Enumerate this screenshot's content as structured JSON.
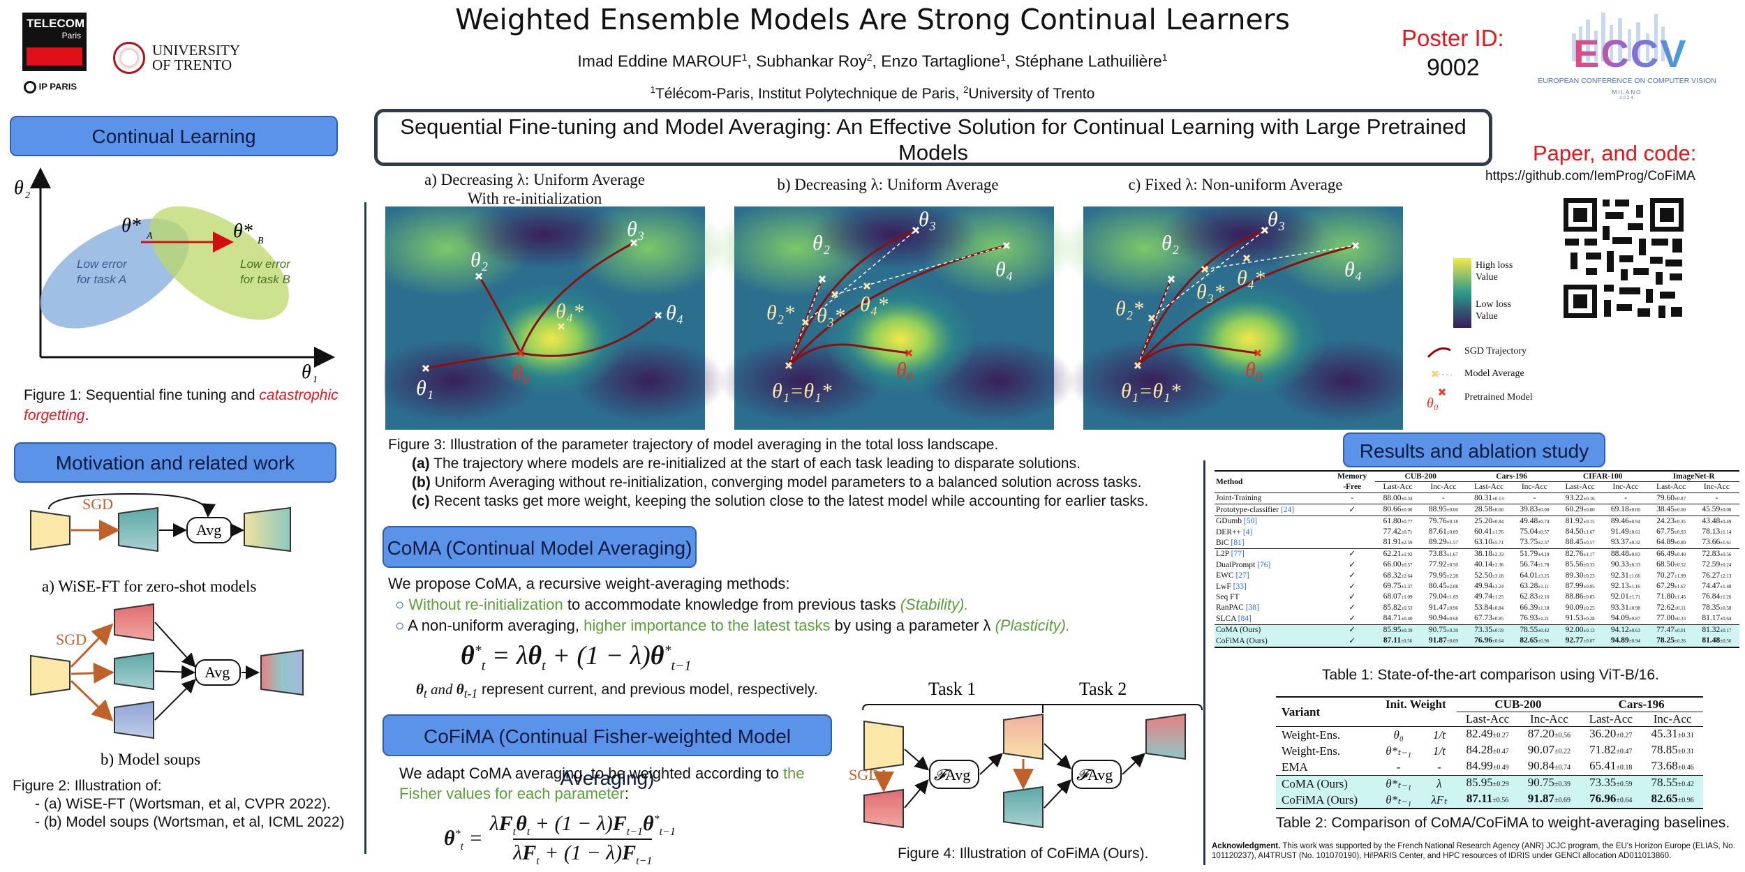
{
  "header": {
    "title": "Weighted Ensemble Models Are Strong Continual Learners",
    "authors": [
      {
        "name": "Imad Eddine MAROUF",
        "sup": "1"
      },
      {
        "name": "Subhankar Roy",
        "sup": "2"
      },
      {
        "name": "Enzo Tartaglione",
        "sup": "1"
      },
      {
        "name": "Stéphane Lathuilière",
        "sup": "1"
      }
    ],
    "affiliations": [
      {
        "sup": "1",
        "name": "Télécom-Paris, Institut Polytechnique de Paris,"
      },
      {
        "sup": "2",
        "name": "University of Trento"
      }
    ],
    "poster_id_label": "Poster ID:",
    "poster_id": "9002",
    "logos": {
      "telecom_line1": "TELECOM",
      "telecom_line2": "Paris",
      "ip_paris": "IP PARIS",
      "trento_line1": "UNIVERSITY",
      "trento_line2": "OF TRENTO",
      "eccv": "ECCV",
      "eccv_sub": "EUROPEAN CONFERENCE ON COMPUTER VISION",
      "eccv_city": "MILANO",
      "eccv_year": "2024"
    }
  },
  "left": {
    "cl_title": "Continual Learning",
    "fig1": {
      "axis_y": "θ2",
      "axis_x": "θ1",
      "theta_a": "θ*A",
      "theta_b": "θ*B",
      "low_a": "Low error\nfor task A",
      "low_b": "Low error\nfor task B"
    },
    "fig1_caption_prefix": "Figure 1:",
    "fig1_caption": " Sequential fine tuning and ",
    "fig1_caption_em": "catastrophic forgetting",
    "fig1_caption_end": ".",
    "motivation_title": "Motivation and related work",
    "fig2": {
      "sgd": "SGD",
      "avg": "Avg",
      "a_label": "a) WiSE-FT for zero-shot models",
      "b_label": "b) Model soups"
    },
    "fig2_caption_prefix": "Figure 2:",
    "fig2_caption": " Illustration of:",
    "fig2_items": [
      "(a) WiSE-FT (Wortsman, et al, CVPR 2022).",
      "(b) Model soups (Wortsman, et al, ICML 2022)"
    ]
  },
  "center": {
    "banner": "Sequential Fine-tuning and Model Averaging: An Effective Solution for Continual Learning with Large Pretrained Models",
    "panel_a_title": "a) Decreasing λ: Uniform Average\nWith re-initialization",
    "panel_b_title": "b) Decreasing λ: Uniform Average",
    "panel_c_title": "c) Fixed λ: Non-uniform Average",
    "legend": {
      "high": "High loss\nValue",
      "low": "Low loss\nValue",
      "sgd": "SGD Trajectory",
      "avg": "Model Average",
      "pre": "Pretrained Model"
    },
    "fig3_caption_prefix": "Figure 3:",
    "fig3_caption": " Illustration of the parameter trajectory of model averaging in the total loss landscape.",
    "fig3_items": [
      {
        "k": "(a)",
        "t": " The trajectory where models are re-initialized at the start of each task leading to disparate solutions."
      },
      {
        "k": "(b)",
        "t": " Uniform Averaging without re-initialization, converging model parameters to a balanced solution across tasks."
      },
      {
        "k": "(c)",
        "t": " Recent tasks get more weight, keeping the solution close to the latest model while accounting for earlier tasks."
      }
    ],
    "coma_title": "CoMA (Continual Model Averaging)",
    "coma_intro": "We propose CoMA, a recursive weight-averaging methods:",
    "coma_b1_green": "Without re-initialization",
    "coma_b1_mid": " to accommodate knowledge from previous tasks ",
    "coma_b1_it": "(Stability).",
    "coma_b2_pre": "A non-uniform averaging, ",
    "coma_b2_green": "higher importance to the latest tasks",
    "coma_b2_mid": " by using a parameter λ ",
    "coma_b2_it": "(Plasticity).",
    "coma_eq_note": " represent current, and previous model, respectively.",
    "cofima_title": "CoFiMA (Continual Fisher-weighted Model Averaging)",
    "cofima_text_pre": "We adapt CoMA averaging, to be weighted according to ",
    "cofima_text_green": "the Fisher values for each parameter",
    "cofima_text_end": ":",
    "fig4": {
      "task1": "Task 1",
      "task2": "Task 2",
      "sgd": "SGD",
      "avg": "Avg"
    },
    "fig4_caption_prefix": "Figure 4:",
    "fig4_caption": " Illustration of CoFiMA (Ours)."
  },
  "right": {
    "paper_code": "Paper, and code:",
    "url": "https://github.com/IemProg/CoFiMA",
    "results_title": "Results and ablation study",
    "table1_caption_prefix": "Table 1:",
    "table1_caption": " State-of-the-art comparison using ViT-B/16.",
    "table2_caption_prefix": "Table 2:",
    "table2_caption": " Comparison of CoMA/CoFiMA to weight-averaging baselines.",
    "ack_bold": "Acknowledgment.",
    "ack": " This work was supported by the French National Research Agency (ANR) JCJC program, the EU's Horizon Europe (ELIAS, No. 101120237), AI4TRUST (No. 101070190), Hi!PARIS Center, and HPC resources of IDRIS under GENCI allocation AD011013860."
  },
  "table1": {
    "groups": [
      "CUB-200",
      "Cars-196",
      "CIFAR-100",
      "ImageNet-R"
    ],
    "h_method": "Method",
    "h_mem1": "Memory",
    "h_mem2": "-Free",
    "h_last": "Last-Acc",
    "h_inc": "Inc-Acc",
    "rows": [
      {
        "m": "Joint-Training",
        "r": "",
        "mem": "-",
        "v": [
          [
            "88.00",
            "±0.34"
          ],
          [
            "-",
            ""
          ],
          [
            "80.31",
            "±0.13"
          ],
          [
            "-",
            ""
          ],
          [
            "93.22",
            "±0.16"
          ],
          [
            "-",
            ""
          ],
          [
            "79.60",
            "±0.87"
          ],
          [
            "-",
            ""
          ]
        ],
        "sep": true
      },
      {
        "m": "Prototype-classifier ",
        "r": "[24]",
        "mem": "✓",
        "v": [
          [
            "80.66",
            "±0.00"
          ],
          [
            "88.95",
            "±0.00"
          ],
          [
            "28.58",
            "±0.00"
          ],
          [
            "39.83",
            "±0.00"
          ],
          [
            "60.29",
            "±0.00"
          ],
          [
            "69.18",
            "±0.00"
          ],
          [
            "38.45",
            "±0.00"
          ],
          [
            "45.59",
            "±0.00"
          ]
        ],
        "sep": true
      },
      {
        "m": "GDumb ",
        "r": "[50]",
        "mem": "",
        "v": [
          [
            "61.80",
            "±0.77"
          ],
          [
            "79.76",
            "±0.18"
          ],
          [
            "25.20",
            "±0.84"
          ],
          [
            "49.48",
            "±0.74"
          ],
          [
            "81.92",
            "±0.15"
          ],
          [
            "89.46",
            "±0.94"
          ],
          [
            "24.23",
            "±0.35"
          ],
          [
            "43.48",
            "±0.49"
          ]
        ]
      },
      {
        "m": "DER++ ",
        "r": "[4]",
        "mem": "",
        "v": [
          [
            "77.42",
            "±0.71"
          ],
          [
            "87.61",
            "±0.09"
          ],
          [
            "60.41",
            "±1.76"
          ],
          [
            "75.04",
            "±0.57"
          ],
          [
            "84.50",
            "±1.67"
          ],
          [
            "91.49",
            "±0.61"
          ],
          [
            "67.75",
            "±0.93"
          ],
          [
            "78.13",
            "±1.14"
          ]
        ]
      },
      {
        "m": "BiC ",
        "r": "[81]",
        "mem": "",
        "v": [
          [
            "81.91",
            "±2.59"
          ],
          [
            "89.29",
            "±1.57"
          ],
          [
            "63.10",
            "±5.71"
          ],
          [
            "73.75",
            "±2.37"
          ],
          [
            "88.45",
            "±0.57"
          ],
          [
            "93.37",
            "±0.32"
          ],
          [
            "64.89",
            "±0.80"
          ],
          [
            "73.66",
            "±1.61"
          ]
        ],
        "sep": true
      },
      {
        "m": "L2P ",
        "r": "[77]",
        "mem": "✓",
        "v": [
          [
            "62.21",
            "±1.92"
          ],
          [
            "73.83",
            "±1.67"
          ],
          [
            "38.18",
            "±2.33"
          ],
          [
            "51.79",
            "±4.19"
          ],
          [
            "82.76",
            "±1.17"
          ],
          [
            "88.48",
            "±0.83"
          ],
          [
            "66.49",
            "±0.40"
          ],
          [
            "72.83",
            "±0.56"
          ]
        ]
      },
      {
        "m": "DualPrompt ",
        "r": "[76]",
        "mem": "✓",
        "v": [
          [
            "66.00",
            "±0.57"
          ],
          [
            "77.92",
            "±0.50"
          ],
          [
            "40.14",
            "±2.36"
          ],
          [
            "56.74",
            "±1.78"
          ],
          [
            "85.56",
            "±0.33"
          ],
          [
            "90.33",
            "±0.33"
          ],
          [
            "68.50",
            "±0.52"
          ],
          [
            "72.59",
            "±0.24"
          ]
        ]
      },
      {
        "m": "EWC ",
        "r": "[27]",
        "mem": "✓",
        "v": [
          [
            "68.32",
            "±2.64"
          ],
          [
            "79.95",
            "±2.28"
          ],
          [
            "52.50",
            "±3.18"
          ],
          [
            "64.01",
            "±3.25"
          ],
          [
            "89.30",
            "±0.23"
          ],
          [
            "92.31",
            "±1.66"
          ],
          [
            "70.27",
            "±1.99"
          ],
          [
            "76.27",
            "±2.13"
          ]
        ]
      },
      {
        "m": "LwF ",
        "r": "[33]",
        "mem": "✓",
        "v": [
          [
            "69.75",
            "±1.37"
          ],
          [
            "80.45",
            "±2.08"
          ],
          [
            "49.94",
            "±3.24"
          ],
          [
            "63.28",
            "±1.11"
          ],
          [
            "87.99",
            "±0.05"
          ],
          [
            "92.13",
            "±1.16"
          ],
          [
            "67.29",
            "±1.67"
          ],
          [
            "74.47",
            "±1.48"
          ]
        ]
      },
      {
        "m": "Seq FT",
        "r": "",
        "mem": "✓",
        "v": [
          [
            "68.07",
            "±1.09"
          ],
          [
            "79.04",
            "±1.69"
          ],
          [
            "49.74",
            "±1.25"
          ],
          [
            "62.83",
            "±2.16"
          ],
          [
            "88.86",
            "±0.83"
          ],
          [
            "92.01",
            "±1.71"
          ],
          [
            "71.80",
            "±1.45"
          ],
          [
            "76.84",
            "±1.26"
          ]
        ]
      },
      {
        "m": "RanPAC ",
        "r": "[38]",
        "mem": "✓",
        "v": [
          [
            "85.82",
            "±0.53"
          ],
          [
            "91.47",
            "±0.96"
          ],
          [
            "53.84",
            "±0.84"
          ],
          [
            "66.39",
            "±1.18"
          ],
          [
            "90.09",
            "±0.25"
          ],
          [
            "93.31",
            "±0.98"
          ],
          [
            "72.62",
            "±0.11"
          ],
          [
            "78.35",
            "±0.58"
          ]
        ]
      },
      {
        "m": "SLCA ",
        "r": "[84]",
        "mem": "✓",
        "v": [
          [
            "84.71",
            "±0.40"
          ],
          [
            "90.94",
            "±0.68"
          ],
          [
            "67.73",
            "±0.85"
          ],
          [
            "76.93",
            "±1.21"
          ],
          [
            "91.53",
            "±0.28"
          ],
          [
            "94.09",
            "±0.87"
          ],
          [
            "77.00",
            "±0.33"
          ],
          [
            "81.17",
            "±0.64"
          ]
        ],
        "sep": true
      },
      {
        "m": "CoMA (Ours)",
        "r": "",
        "mem": "✓",
        "hl": true,
        "v": [
          [
            "85.95",
            "±0.39"
          ],
          [
            "90.75",
            "±0.39"
          ],
          [
            "73.35",
            "±0.59"
          ],
          [
            "78.55",
            "±0.42"
          ],
          [
            "92.00",
            "±0.13"
          ],
          [
            "94.12",
            "±0.63"
          ],
          [
            "77.47",
            "±0.01"
          ],
          [
            "81.32",
            "±0.17"
          ]
        ]
      },
      {
        "m": "CoFiMA (Ours)",
        "r": "",
        "mem": "✓",
        "hl": true,
        "bold": true,
        "v": [
          [
            "87.11",
            "±0.56"
          ],
          [
            "91.87",
            "±0.69"
          ],
          [
            "76.96",
            "±0.64"
          ],
          [
            "82.65",
            "±0.96"
          ],
          [
            "92.77",
            "±0.07"
          ],
          [
            "94.89",
            "±0.94"
          ],
          [
            "78.25",
            "±0.26"
          ],
          [
            "81.48",
            "±0.56"
          ]
        ]
      }
    ]
  },
  "table2": {
    "h_variant": "Variant",
    "h_init": "Init.",
    "h_weight": "Weight",
    "groups": [
      "CUB-200",
      "Cars-196"
    ],
    "h_last": "Last-Acc",
    "h_inc": "Inc-Acc",
    "rows": [
      {
        "variant": "Weight-Ens.",
        "init": "θ₀",
        "weight": "1/t",
        "v": [
          [
            "82.49",
            "±0.27"
          ],
          [
            "87.20",
            "±0.56"
          ],
          [
            "36.20",
            "±0.27"
          ],
          [
            "45.31",
            "±0.31"
          ]
        ]
      },
      {
        "variant": "Weight-Ens.",
        "init": "θ*ₜ₋₁",
        "weight": "1/t",
        "v": [
          [
            "84.28",
            "±0.47"
          ],
          [
            "90.07",
            "±0.22"
          ],
          [
            "71.82",
            "±0.47"
          ],
          [
            "78.85",
            "±0.31"
          ]
        ]
      },
      {
        "variant": "EMA",
        "init": "-",
        "weight": "-",
        "v": [
          [
            "84.99",
            "±0.49"
          ],
          [
            "90.84",
            "±0.74"
          ],
          [
            "65.41",
            "±0.18"
          ],
          [
            "73.68",
            "±0.46"
          ]
        ],
        "sep": true
      },
      {
        "variant": "CoMA (Ours)",
        "init": "θ*ₜ₋₁",
        "weight": "λ",
        "hl": true,
        "v": [
          [
            "85.95",
            "±0.29"
          ],
          [
            "90.75",
            "±0.39"
          ],
          [
            "73.35",
            "±0.59"
          ],
          [
            "78.55",
            "±0.42"
          ]
        ]
      },
      {
        "variant": "CoFiMA (Ours)",
        "init": "θ*ₜ₋₁",
        "weight": "λFₜ",
        "hl": true,
        "bold": true,
        "v": [
          [
            "87.11",
            "±0.56"
          ],
          [
            "91.87",
            "±0.69"
          ],
          [
            "76.96",
            "±0.64"
          ],
          [
            "82.65",
            "±0.96"
          ]
        ]
      }
    ]
  }
}
